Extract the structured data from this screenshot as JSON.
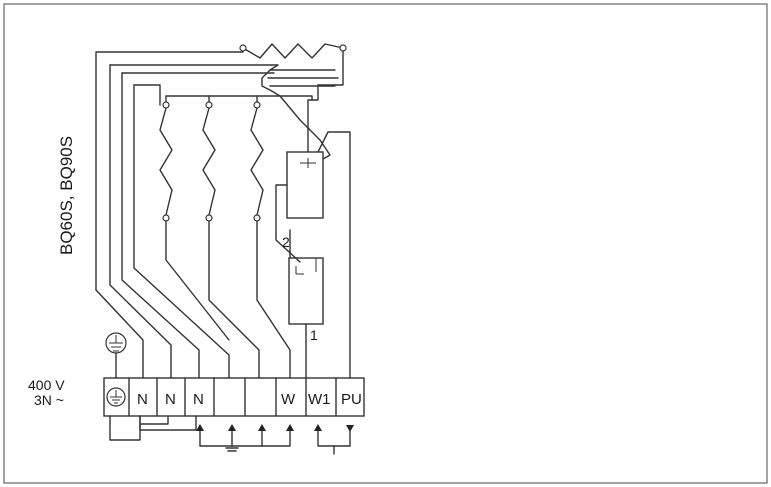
{
  "model_label": "BQ60S, BQ90S",
  "supply": {
    "voltage": "400 V",
    "phase": "3N ~"
  },
  "terminals": [
    {
      "id": "t-earth",
      "label": ""
    },
    {
      "id": "t-n1",
      "label": "N"
    },
    {
      "id": "t-n2",
      "label": "N"
    },
    {
      "id": "t-n3",
      "label": "N"
    },
    {
      "id": "t-blank1",
      "label": ""
    },
    {
      "id": "t-blank2",
      "label": ""
    },
    {
      "id": "t-w",
      "label": "W"
    },
    {
      "id": "t-w1",
      "label": "W1"
    },
    {
      "id": "t-pu",
      "label": "PU"
    }
  ],
  "switch_labels": {
    "top": "2",
    "bottom": "1"
  },
  "colors": {
    "line": "#333333",
    "border": "#666666",
    "background": "#ffffff"
  }
}
